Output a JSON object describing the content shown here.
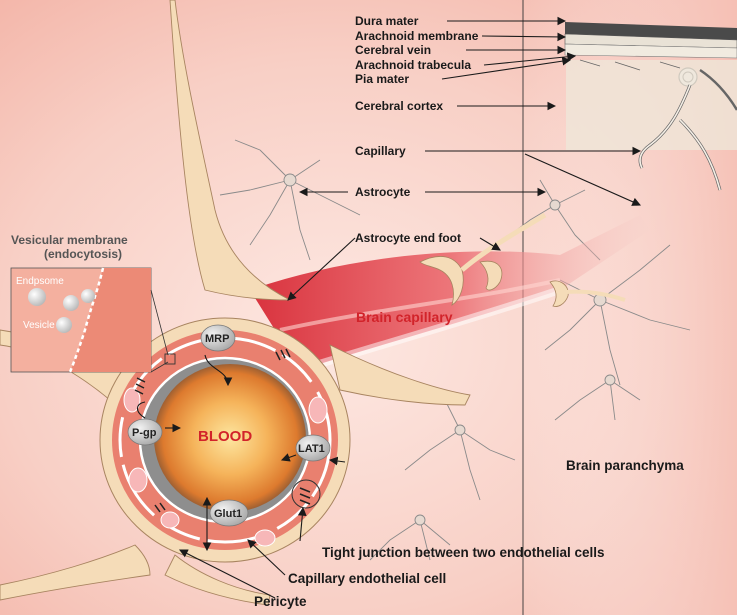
{
  "labels": {
    "dura_mater": "Dura mater",
    "arachnoid_membrane": "Arachnoid membrane",
    "cerebral_vein": "Cerebral vein",
    "arachnoid_trabecula": "Arachnoid trabecula",
    "pia_mater": "Pia mater",
    "cerebral_cortex": "Cerebral cortex",
    "capillary": "Capillary",
    "astrocyte": "Astrocyte",
    "astrocyte_end_foot": "Astrocyte end foot",
    "brain_capillary": "Brain capillary",
    "brain_parenchyma": "Brain paranchyma",
    "vesicular_membrane_line1": "Vesicular membrane",
    "vesicular_membrane_line2": "(endocytosis)",
    "endosome": "Endpsome",
    "vesicle": "Vesicle",
    "blood": "BLOOD",
    "mrp": "MRP",
    "pgp": "P-gp",
    "lat1": "LAT1",
    "glut1": "Glut1",
    "tight_junction": "Tight junction between two endothelial cells",
    "capillary_endothelial_cell": "Capillary endothelial cell",
    "pericyte": "Pericyte"
  },
  "colors": {
    "background_pink": "#f7c9c0",
    "blood_orange": "#f0a24a",
    "capillary_red": "#d9202e",
    "astrocyte_cream": "#f5dcb8",
    "endothelial_salmon": "#e9806f",
    "protein_grey": "#c9c9c9",
    "label_red": "#d2232a"
  }
}
